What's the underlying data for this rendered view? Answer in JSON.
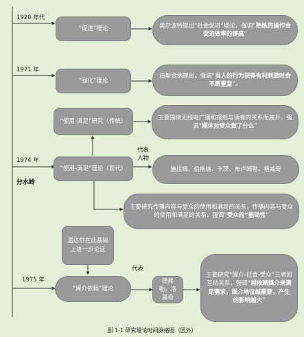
{
  "years": {
    "y1920": "1920 年代",
    "y1971": "1971 年",
    "y1974": "1974 年",
    "y1975": "1975 年"
  },
  "watershed": "分水岭",
  "labels": {
    "rep_people": "代表\n人物",
    "rep": "代表"
  },
  "nodes": {
    "promote": "“促进”理论",
    "promote_desc": {
      "pre": "奥尔波特提出“社会促进”理论，强调“",
      "em": "熟练的操作会促进效率的提高",
      "post": "”"
    },
    "reinforce": "“强化”理论",
    "reinforce_desc": {
      "pre": "由斯金纳提出，强调“",
      "em": "当人的行为获得有利刺激时会不断重复",
      "post": "”。"
    },
    "uses_trad": "“使用-满足”研究（传统）",
    "uses_trad_desc": {
      "pre": "主要围绕无线电广播和报纸与读者的关系而展开，强调“",
      "em": "媒体对受众做了什么",
      "post": "”"
    },
    "uses_modern": "“使用-满足”理论（现代）",
    "uses_modern_people": "施拉姆、伯格纳、卡茨、布卢姆勒、格威奇",
    "uses_modern_desc": {
      "pre": "主要研究传播内容与受众的使用和满足的关系，传播内容与受众的使用和满足的关系，强调“",
      "em": "受众的“能动性",
      "post": "”"
    },
    "windahl": "温达尔在此基础上进一步论证",
    "dependency": "“媒介依赖”理论",
    "dependency_people": "德弗勒，洛基奇",
    "dependency_desc": {
      "pre": "主要研究“媒介-社会-受众”三者间互动关系，强调“",
      "em": "越依赖媒介来满足需求，媒介地位越重要，产生的影响越大",
      "post": "”"
    }
  },
  "caption": "图 1-1 研究理论时间脉络图（国外）"
}
